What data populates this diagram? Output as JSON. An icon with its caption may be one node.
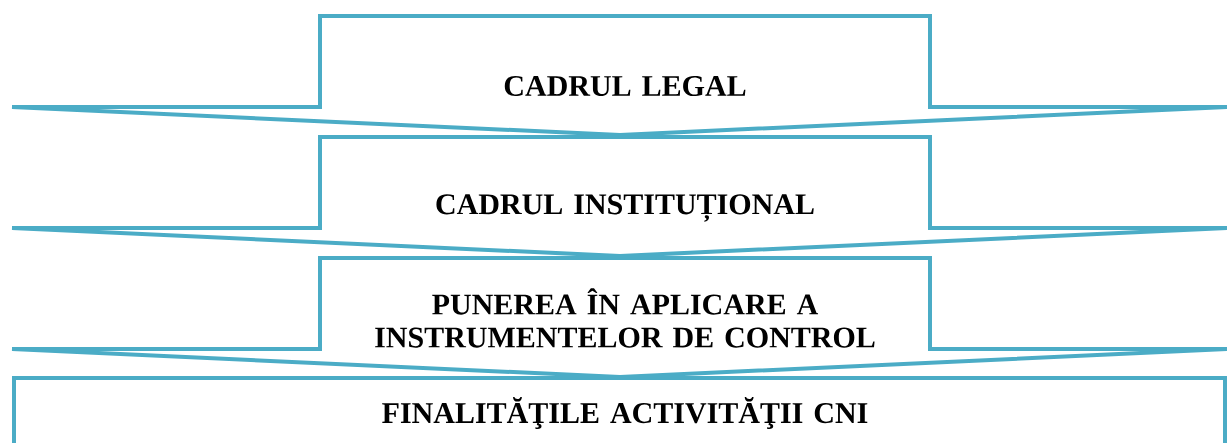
{
  "diagram": {
    "nodes": [
      {
        "text": [
          "CADRUL LEGAL"
        ]
      },
      {
        "text": [
          "CADRUL INSTITUȚIONAL"
        ]
      },
      {
        "text": [
          "PUNEREA ÎN APLICARE A INSTRUMENTELOR DE CONTROL"
        ]
      },
      {
        "text": [
          "FINALITĂŢILE ACTIVITĂŢII CNI"
        ]
      }
    ]
  }
}
